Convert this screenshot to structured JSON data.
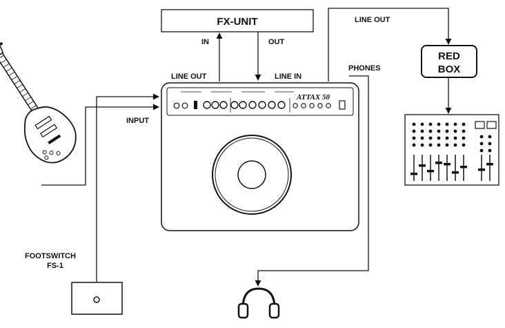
{
  "labels": {
    "fx_unit": "FX-UNIT",
    "fx_in": "IN",
    "fx_out": "OUT",
    "line_out_top": "LINE OUT",
    "line_out_amp": "LINE OUT",
    "line_in": "LINE IN",
    "phones": "PHONES",
    "input": "INPUT",
    "red_box_line1": "RED",
    "red_box_line2": "BOX",
    "footswitch_line1": "FOOTSWITCH",
    "footswitch_line2": "FS-1",
    "amp_brand": "ATTAX 50"
  },
  "colors": {
    "line": "#111111",
    "background": "#ffffff"
  }
}
